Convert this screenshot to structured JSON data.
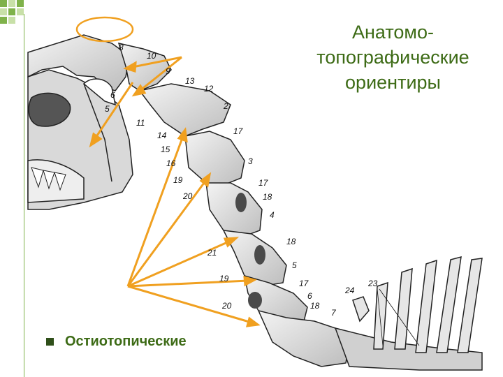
{
  "slide": {
    "title_lines": [
      "Анатомо-",
      "топографические",
      "ориентиры"
    ],
    "bullet_text": "Остиотопические",
    "accent_color": "#3d6b16",
    "arrow_color": "#f0a020",
    "marker_color": "#7fb24a"
  },
  "labels": {
    "l8": "8",
    "l10": "10",
    "l9": "9",
    "l6": "6",
    "l5": "5",
    "l11": "11",
    "l13": "13",
    "l12": "12",
    "l2": "2",
    "l17a": "17",
    "l14": "14",
    "l15": "15",
    "l16": "16",
    "l19a": "19",
    "l3": "3",
    "l17b": "17",
    "l18a": "18",
    "l20a": "20",
    "l4": "4",
    "l18b": "18",
    "l21": "21",
    "l19b": "19",
    "l5b": "5",
    "l17c": "17",
    "l6b": "6",
    "l20b": "20",
    "l18c": "18",
    "l7": "7",
    "l24": "24",
    "l23": "23"
  }
}
